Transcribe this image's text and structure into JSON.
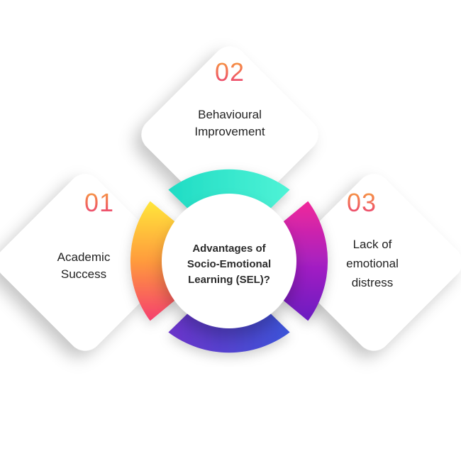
{
  "center": {
    "line1": "Advantages of",
    "line2": "Socio-Emotional",
    "line3": "Learning (SEL)?"
  },
  "items": [
    {
      "number": "01",
      "label_line1": "Academic",
      "label_line2": "Success",
      "label_line3": ""
    },
    {
      "number": "02",
      "label_line1": "Behavioural",
      "label_line2": "Improvement",
      "label_line3": ""
    },
    {
      "number": "03",
      "label_line1": "Lack of",
      "label_line2": "emotional",
      "label_line3": "distress"
    }
  ],
  "colors": {
    "number_gradient": [
      "#f7a33b",
      "#f1675c",
      "#ea3d7a"
    ],
    "arc_top": [
      "#1fe0c8",
      "#4ff3d6"
    ],
    "arc_left": [
      "#ffe63a",
      "#ff9b3c",
      "#f53f6f"
    ],
    "arc_right": [
      "#f0289a",
      "#a21fc3",
      "#6a1fc1"
    ],
    "arc_bottom": [
      "#6b33c9",
      "#3c54d8"
    ]
  }
}
